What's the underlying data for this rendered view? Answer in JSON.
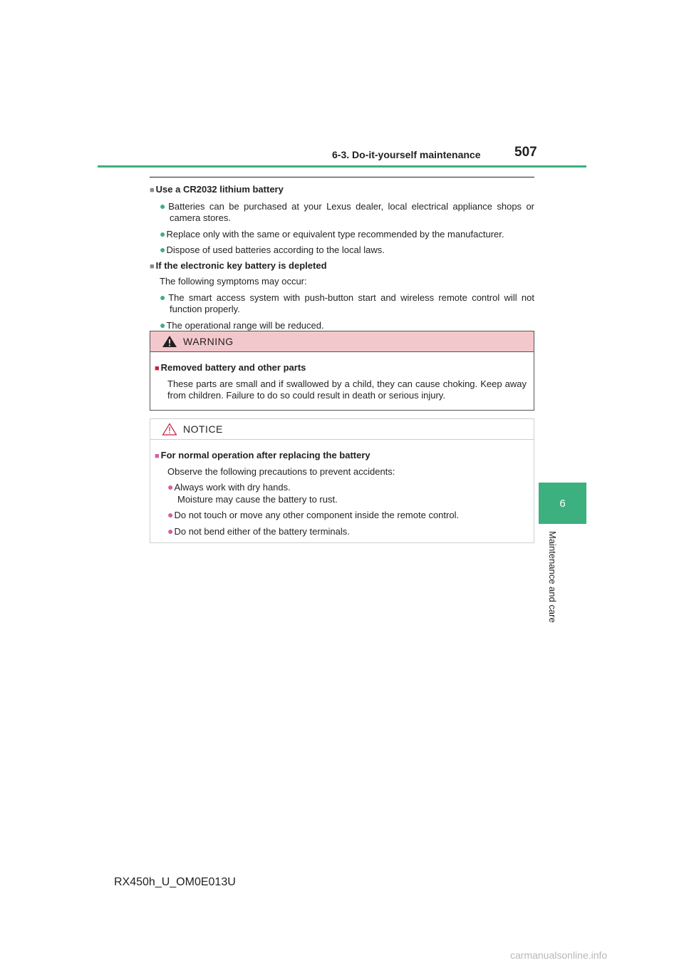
{
  "header": {
    "section": "6-3. Do-it-yourself maintenance",
    "page_number": "507"
  },
  "side_tab": {
    "number": "6",
    "label": "Maintenance and care"
  },
  "sections": [
    {
      "heading": "Use a CR2032 lithium battery",
      "bullets": [
        "Batteries can be purchased at your Lexus dealer, local electrical appliance shops or camera stores.",
        "Replace only with the same or equivalent type recommended by the manufacturer.",
        "Dispose of used batteries according to the local laws."
      ]
    },
    {
      "heading": "If the electronic key battery is depleted",
      "intro": "The following symptoms may occur:",
      "bullets": [
        "The smart access system with push-button start and wireless remote control will not function properly.",
        "The operational range will be reduced."
      ]
    }
  ],
  "warning": {
    "title": "WARNING",
    "heading": "Removed battery and other parts",
    "text": "These parts are small and if swallowed by a child, they can cause choking. Keep away from children. Failure to do so could result in death or serious injury."
  },
  "notice": {
    "title": "NOTICE",
    "heading": "For normal operation after replacing the battery",
    "intro": "Observe the following precautions to prevent accidents:",
    "bullets": [
      {
        "line1": "Always work with dry hands.",
        "line2": "Moisture may cause the battery to rust."
      },
      {
        "line1": "Do not touch or move any other component inside the remote control."
      },
      {
        "line1": "Do not bend either of the battery terminals."
      }
    ]
  },
  "footer": {
    "code": "RX450h_U_OM0E013U"
  },
  "watermark": "carmanualsonline.info",
  "colors": {
    "accent_green": "#3cb07f",
    "warning_header": "#f3c8cc",
    "notice_bullet": "#d45fa0"
  },
  "icons": {
    "warning": "warning-triangle-icon",
    "notice": "notice-triangle-icon"
  }
}
